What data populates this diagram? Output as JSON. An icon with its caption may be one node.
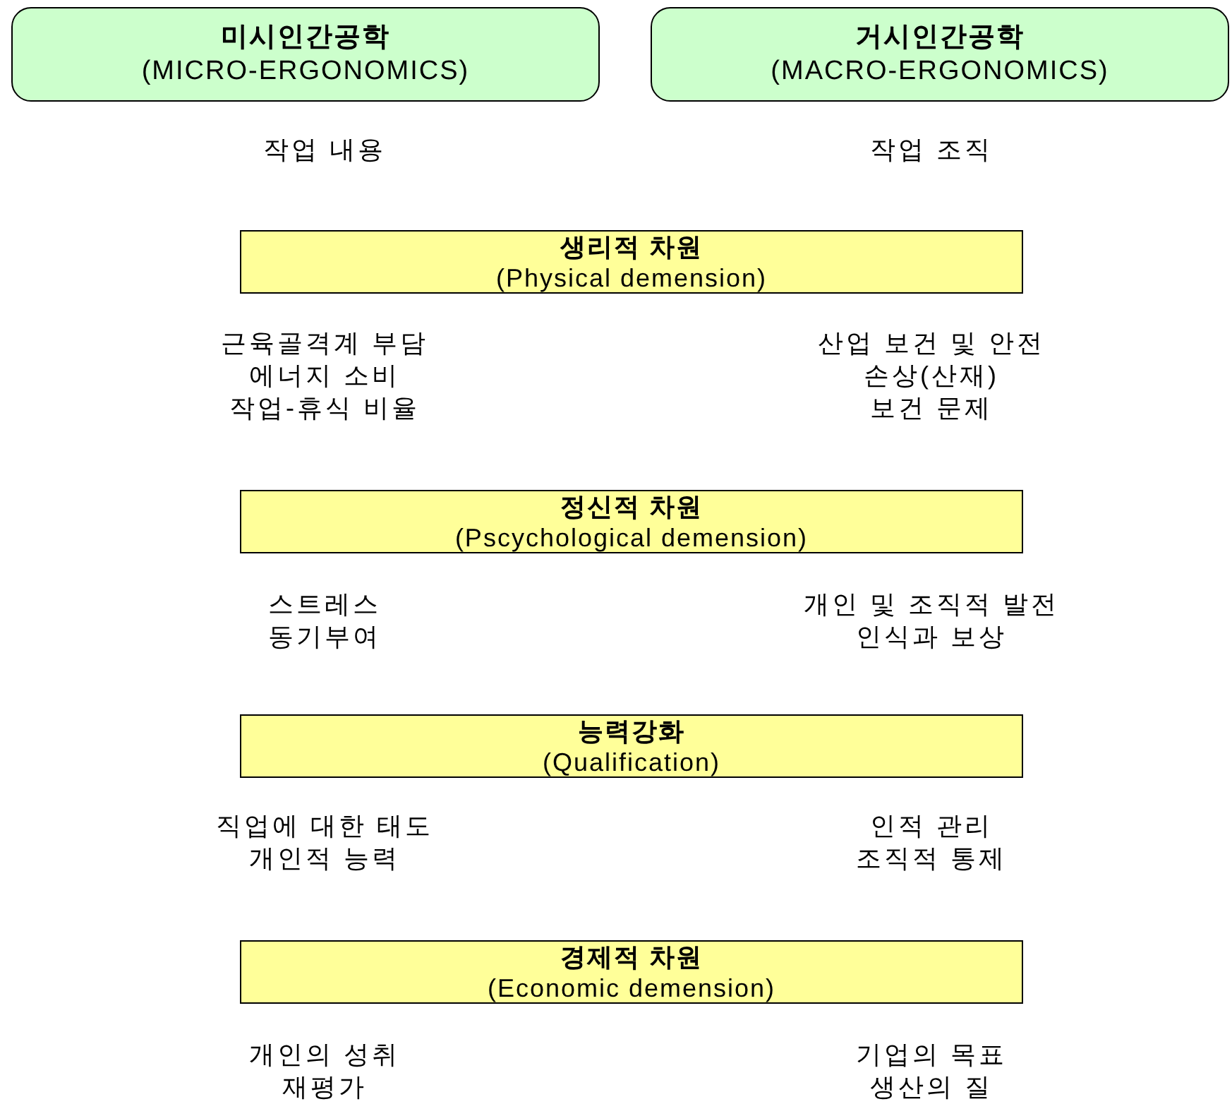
{
  "diagram": {
    "nodes": [
      {
        "text": [
          "미시인간공학",
          "(MICRO-ERGONOMICS)"
        ]
      },
      {
        "text": [
          "거시인간공학",
          "(MACRO-ERGONOMICS)"
        ]
      },
      {
        "text": [
          "생리적 차원",
          "(Physical demension)"
        ]
      },
      {
        "text": [
          "정신적 차원",
          "(Pscychological demension)"
        ]
      },
      {
        "text": [
          "능력강화",
          "(Qualification)"
        ]
      },
      {
        "text": [
          "경제적 차원",
          "(Economic demension)"
        ]
      }
    ],
    "labels": [
      "작업 내용",
      "작업 조직",
      "근육골격계 부담",
      "산업 보건 및 안전",
      "에너지 소비",
      "손상(산재)",
      "작업-휴식 비율",
      "보건 문제",
      "스트레스",
      "개인 및 조직적 발전",
      "동기부여",
      "인식과 보상",
      "직업에 대한 태도",
      "인적 관리",
      "개인적 능력",
      "조직적 통제",
      "개인의 성취",
      "기업의 목표",
      "재평가",
      "생산의 질"
    ]
  }
}
